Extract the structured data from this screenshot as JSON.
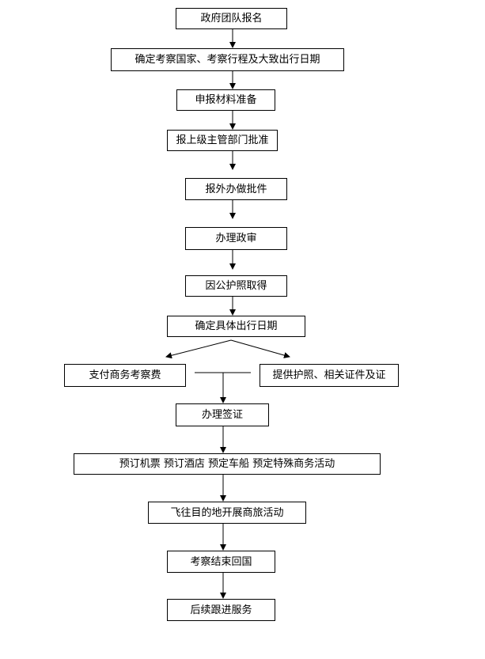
{
  "steps": {
    "s1": "政府团队报名",
    "s2": "确定考察国家、考察行程及大致出行日期",
    "s3": "申报材料准备",
    "s4": "报上级主管部门批准",
    "s5": "报外办做批件",
    "s6": "办理政审",
    "s7": "因公护照取得",
    "s8": "确定具体出行日期",
    "s9a": "支付商务考察费",
    "s9b": "提供护照、相关证件及证",
    "s10": "办理签证",
    "s11": "预订机票  预订酒店  预定车船  预定特殊商务活动",
    "s12": "飞往目的地开展商旅活动",
    "s13": "考察结束回国",
    "s14": "后续跟进服务"
  }
}
